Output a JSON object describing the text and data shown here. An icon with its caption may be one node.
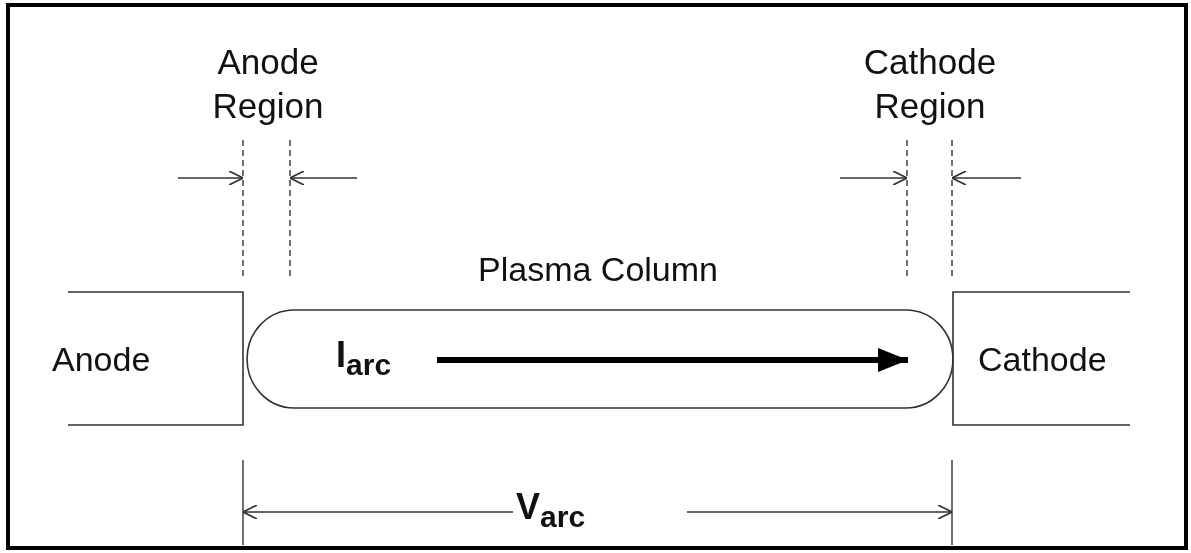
{
  "diagram": {
    "nodes": [
      {
        "text": [
          "Anode"
        ]
      },
      {
        "text": [
          "Plasma Column"
        ]
      },
      {
        "text": [
          "Cathode"
        ]
      }
    ],
    "labels": [
      "Anode Region",
      "Cathode Region",
      "I$_{arc}$",
      "V$_{arc}$"
    ]
  }
}
